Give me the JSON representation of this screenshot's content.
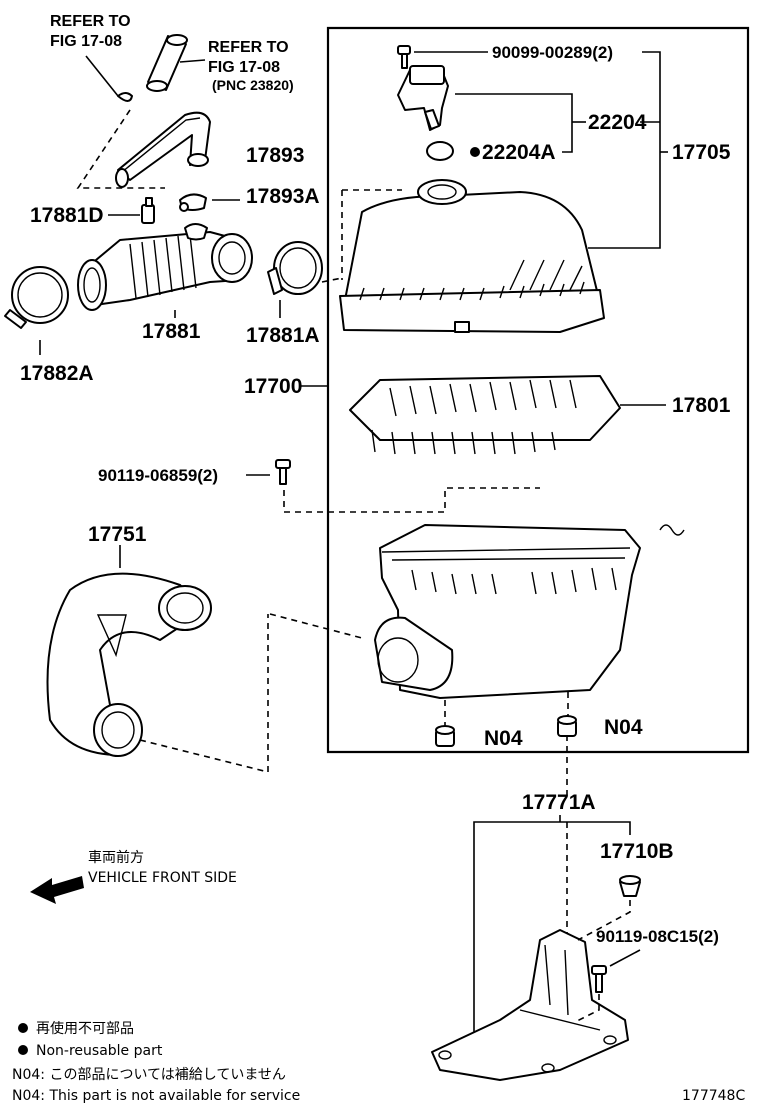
{
  "refs": {
    "ref1_line1": "REFER TO",
    "ref1_line2": "FIG 17-08",
    "ref2_line1": "REFER TO",
    "ref2_line2": "FIG 17-08",
    "ref2_line3": "(PNC 23820)"
  },
  "parts": {
    "p90099": "90099-00289(2)",
    "p22204": "22204",
    "p22204A": "22204A",
    "p17705": "17705",
    "p17893": "17893",
    "p17893A": "17893A",
    "p17881D": "17881D",
    "p17881": "17881",
    "p17881A": "17881A",
    "p17882A": "17882A",
    "p17700": "17700",
    "p17801": "17801",
    "p90119a": "90119-06859(2)",
    "p17751": "17751",
    "pN04a": "N04",
    "pN04b": "N04",
    "p17771A": "17771A",
    "p17710B": "17710B",
    "p90119b": "90119-08C15(2)"
  },
  "direction": {
    "jp": "車両前方",
    "en": "VEHICLE FRONT SIDE"
  },
  "legend": {
    "bullet_jp": "再使用不可部品",
    "bullet_en": "Non-reusable part",
    "n04_jp": "N04: この部品については補給していません",
    "n04_en": "N04: This part is not available for service"
  },
  "figure_code": "177748C"
}
